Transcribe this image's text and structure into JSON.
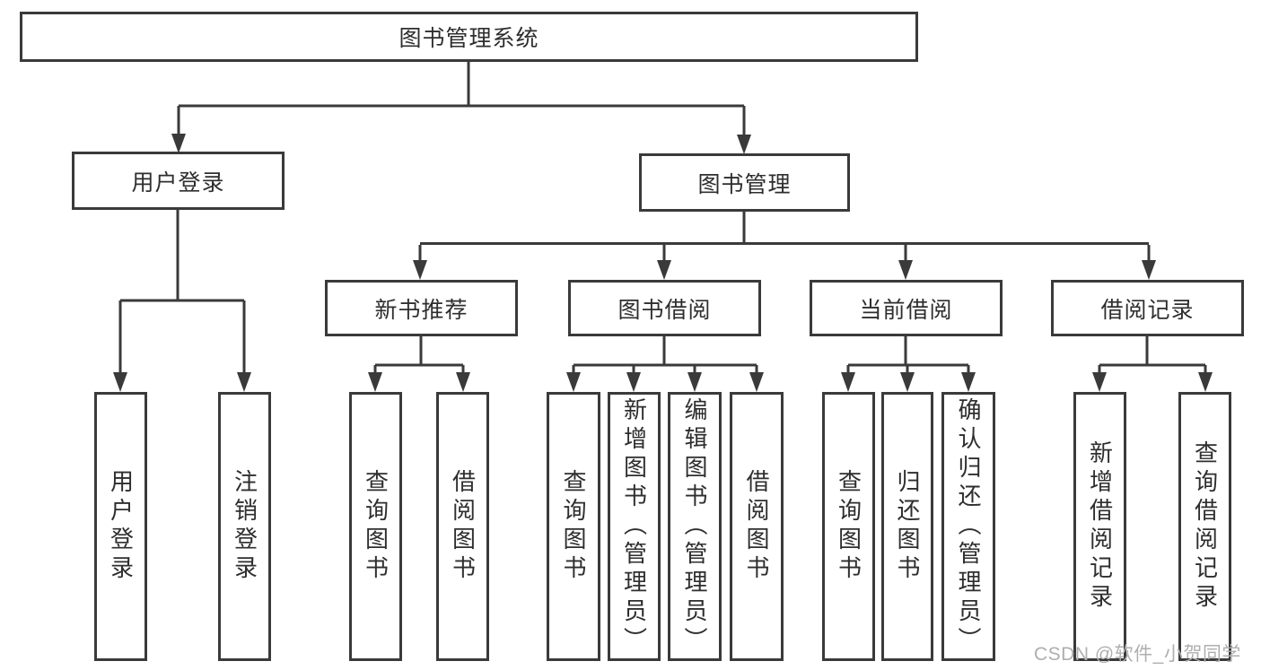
{
  "diagram": {
    "title": "图书管理系统",
    "nodes": {
      "root": "图书管理系统",
      "user_login": "用户登录",
      "book_mgmt": "图书管理",
      "new_books": "新书推荐",
      "book_borrow": "图书借阅",
      "current_borrow": "当前借阅",
      "borrow_records": "借阅记录"
    },
    "leaves": {
      "user_login": [
        "用户登录",
        "注销登录"
      ],
      "new_books": [
        "查询图书",
        "借阅图书"
      ],
      "book_borrow": [
        "查询图书",
        "新增图书（管理员）",
        "编辑图书（管理员）",
        "借阅图书"
      ],
      "current_borrow": [
        "查询图书",
        "归还图书",
        "确认归还（管理员）"
      ],
      "borrow_records": [
        "新增借阅记录",
        "查询借阅记录"
      ]
    },
    "watermark": "CSDN @软件_小贺同学",
    "colors": {
      "line": "#3a3a3a",
      "text": "#2e2e2e",
      "watermark": "#b0aeae",
      "background": "#ffffff"
    }
  }
}
